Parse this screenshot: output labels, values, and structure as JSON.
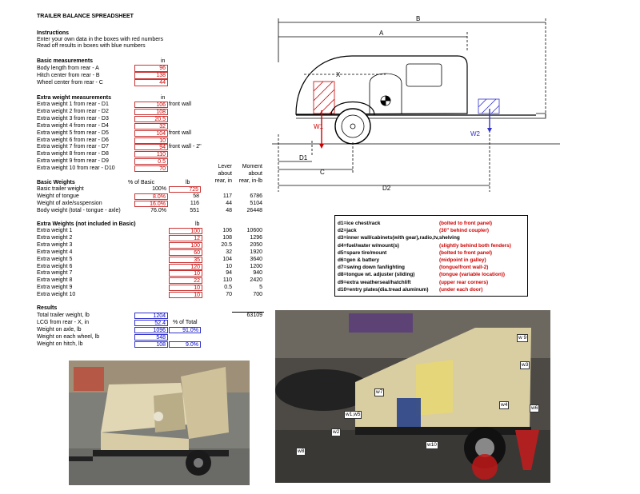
{
  "sheet": {
    "title": "TRAILER BALANCE SPREADSHEET",
    "instructions_heading": "Instructions",
    "instructions": [
      "Enter your own data in the boxes with red numbers",
      "Read off results in boxes with blue numbers"
    ],
    "basic_heading": "Basic measurements",
    "unit_in": "in",
    "basic": [
      {
        "label": "Body length from rear - A",
        "value": "96"
      },
      {
        "label": "Hitch center from rear - B",
        "value": "138"
      },
      {
        "label": "Wheel center from rear - C",
        "value": "44"
      }
    ],
    "extra_heading": "Extra weight measurements",
    "extra": [
      {
        "label": "Extra weight 1 from rear - D1",
        "value": "106",
        "note": "front wall"
      },
      {
        "label": "Extra weight 2 from rear - D2",
        "value": "108",
        "note": ""
      },
      {
        "label": "Extra weight 3 from rear - D3",
        "value": "20.5",
        "note": ""
      },
      {
        "label": "Extra weight 4 from rear - D4",
        "value": "32",
        "note": ""
      },
      {
        "label": "Extra weight 5 from rear - D5",
        "value": "104",
        "note": "front wall"
      },
      {
        "label": "Extra weight 6 from rear - D6",
        "value": "10",
        "note": ""
      },
      {
        "label": "Extra weight 7 from rear - D7",
        "value": "94",
        "note": "front wall - 2\""
      },
      {
        "label": "Extra weight 8 from rear - D8",
        "value": "110",
        "note": ""
      },
      {
        "label": "Extra weight 9 from rear - D9",
        "value": "0.5",
        "note": ""
      },
      {
        "label": "Extra weight 10 from rear - D10",
        "value": "70",
        "note": ""
      }
    ],
    "weights_heading": "Basic Weights",
    "col_pct": "% of Basic",
    "col_lb": "lb",
    "col_lever": [
      "Lever",
      "about",
      "rear, in"
    ],
    "col_moment": [
      "Moment",
      "about",
      "rear, in-lb"
    ],
    "weights": [
      {
        "label": "Basic trailer weight",
        "pct": "100%",
        "lb": "725",
        "lever": "",
        "moment": ""
      },
      {
        "label": "Weight of tongue",
        "pct": "8.0%",
        "lb": "58",
        "lever": "117",
        "moment": "6786"
      },
      {
        "label": "Weight of axle/suspension",
        "pct": "16.0%",
        "lb": "116",
        "lever": "44",
        "moment": "5104"
      },
      {
        "label": "Body weight (total - tongue - axle)",
        "pct": "76.0%",
        "lb": "551",
        "lever": "48",
        "moment": "26448"
      }
    ],
    "extra_w_heading": "Extra Weights (not included in Basic)",
    "extra_w": [
      {
        "label": "Extra weight 1",
        "lb": "100",
        "lever": "106",
        "moment": "10600"
      },
      {
        "label": "Extra weight 2",
        "lb": "12",
        "lever": "108",
        "moment": "1296"
      },
      {
        "label": "Extra weight 3",
        "lb": "100",
        "lever": "20.5",
        "moment": "2050"
      },
      {
        "label": "Extra weight 4",
        "lb": "60",
        "lever": "32",
        "moment": "1920"
      },
      {
        "label": "Extra weight 5",
        "lb": "35",
        "lever": "104",
        "moment": "3640"
      },
      {
        "label": "Extra weight 6",
        "lb": "120",
        "lever": "10",
        "moment": "1200"
      },
      {
        "label": "Extra weight 7",
        "lb": "10",
        "lever": "94",
        "moment": "940"
      },
      {
        "label": "Extra weight 8",
        "lb": "22",
        "lever": "110",
        "moment": "2420"
      },
      {
        "label": "Extra weight 9",
        "lb": "10",
        "lever": "0.5",
        "moment": "5"
      },
      {
        "label": "Extra weight 10",
        "lb": "10",
        "lever": "70",
        "moment": "700"
      }
    ],
    "results_heading": "Results",
    "results": [
      {
        "label": "Total trailer weight, lb",
        "value": "1204",
        "pct": "",
        "extra": "63109"
      },
      {
        "label": "LCG from rear - X, in",
        "value": "52.4",
        "pct": "% of Total",
        "extra": ""
      },
      {
        "label": "Weight on axle, lb",
        "value": "1096",
        "pct": "91.0%",
        "extra": ""
      },
      {
        "label": "Weight on each wheel, lb",
        "value": "548",
        "pct": "",
        "extra": ""
      },
      {
        "label": "Weight on hitch, lb",
        "value": "108",
        "pct": "9.0%",
        "extra": ""
      }
    ]
  },
  "diagram": {
    "labels": {
      "A": "A",
      "B": "B",
      "C": "C",
      "D1": "D1",
      "D2": "D2",
      "X": "X",
      "W1": "W1",
      "W2": "W2"
    }
  },
  "legend": [
    {
      "key": "d1=ice chest/rack",
      "note": "(bolted to front panel)"
    },
    {
      "key": "d2=jack",
      "note": "(30\" behind coupler)"
    },
    {
      "key": "d3=inner wall/cabinets(with gear),radio,tv,shelving",
      "note": ""
    },
    {
      "key": "d4=fuel/water w/mount(s)",
      "note": "(slightly behind both fenders)"
    },
    {
      "key": "d5=spare tire/mount",
      "note": "(bolted to front panel)"
    },
    {
      "key": "d6=gen & battery",
      "note": "(midpoint in galley)"
    },
    {
      "key": "d7=swing down fan/lighting",
      "note": "(tongue/front wall-2)"
    },
    {
      "key": "d8=tongue wt. adjuster (sliding)",
      "note": "(tongue (variable location))"
    },
    {
      "key": "d9=extra weatherseal/hatchlift",
      "note": "(upper rear corners)"
    },
    {
      "key": "d10=entry plates(dia.tread aluminum)",
      "note": "(under each door)"
    }
  ],
  "photo_labels": [
    "w 9",
    "w3",
    "w7",
    "w1,w5",
    "w4",
    "w6",
    "w2",
    "w10",
    "w8"
  ],
  "colors": {
    "input_border": "#cc3333",
    "input_text": "#cc0000",
    "result_border": "#3333cc",
    "result_text": "#0000cc",
    "note_red": "#cc0000"
  }
}
